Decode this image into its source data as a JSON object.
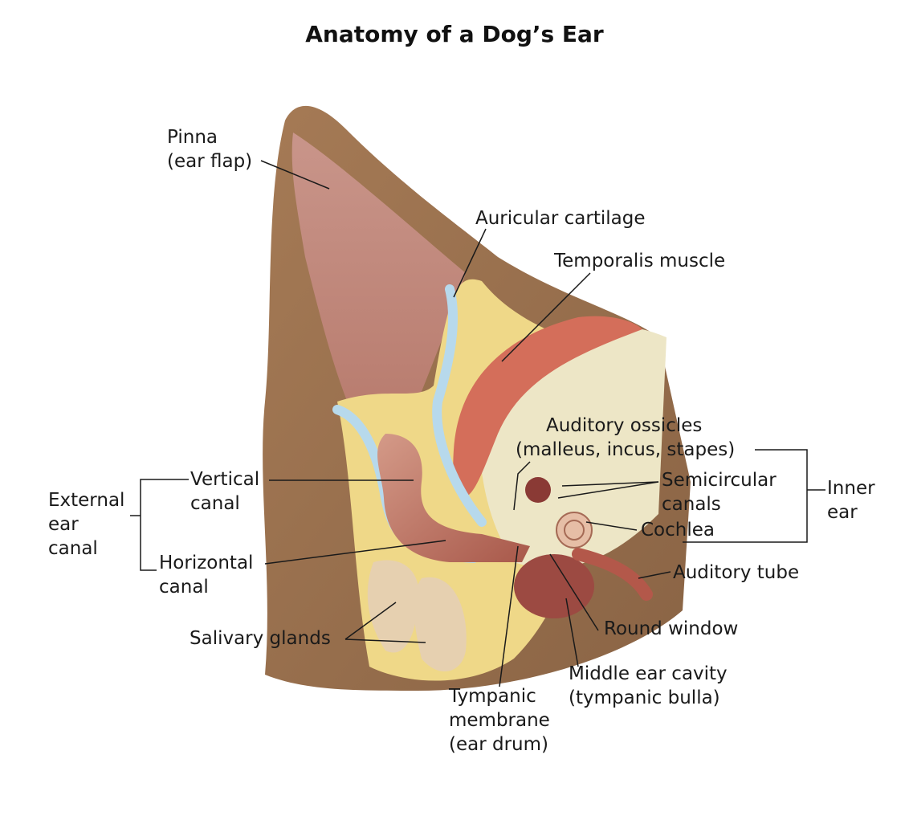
{
  "title": "Anatomy of a Dog’s Ear",
  "labels": {
    "pinna": [
      "Pinna",
      "(ear flap)"
    ],
    "auricular_cartilage": [
      "Auricular cartilage"
    ],
    "temporalis_muscle": [
      "Temporalis muscle"
    ],
    "auditory_ossicles": [
      "Auditory ossicles",
      "(malleus, incus, stapes)"
    ],
    "semicircular_canals": [
      "Semicircular",
      "canals"
    ],
    "cochlea": [
      "Cochlea"
    ],
    "inner_ear": [
      "Inner",
      "ear"
    ],
    "external_ear_canal": [
      "External",
      "ear",
      "canal"
    ],
    "vertical_canal": [
      "Vertical",
      "canal"
    ],
    "horizontal_canal": [
      "Horizontal",
      "canal"
    ],
    "auditory_tube": [
      "Auditory tube"
    ],
    "round_window": [
      "Round window"
    ],
    "salivary_glands": [
      "Salivary glands"
    ],
    "middle_ear_cavity": [
      "Middle ear cavity",
      "(tympanic bulla)"
    ],
    "tympanic_membrane": [
      "Tympanic",
      "membrane",
      "(ear drum)"
    ]
  },
  "colors": {
    "fur": "#9c7350",
    "skin": "#c98f7a",
    "fat": "#f0d98a",
    "cartilage": "#bcdcec",
    "muscle": "#d9705c",
    "gland": "#e8d2b4",
    "bone": "#eee8c8"
  }
}
